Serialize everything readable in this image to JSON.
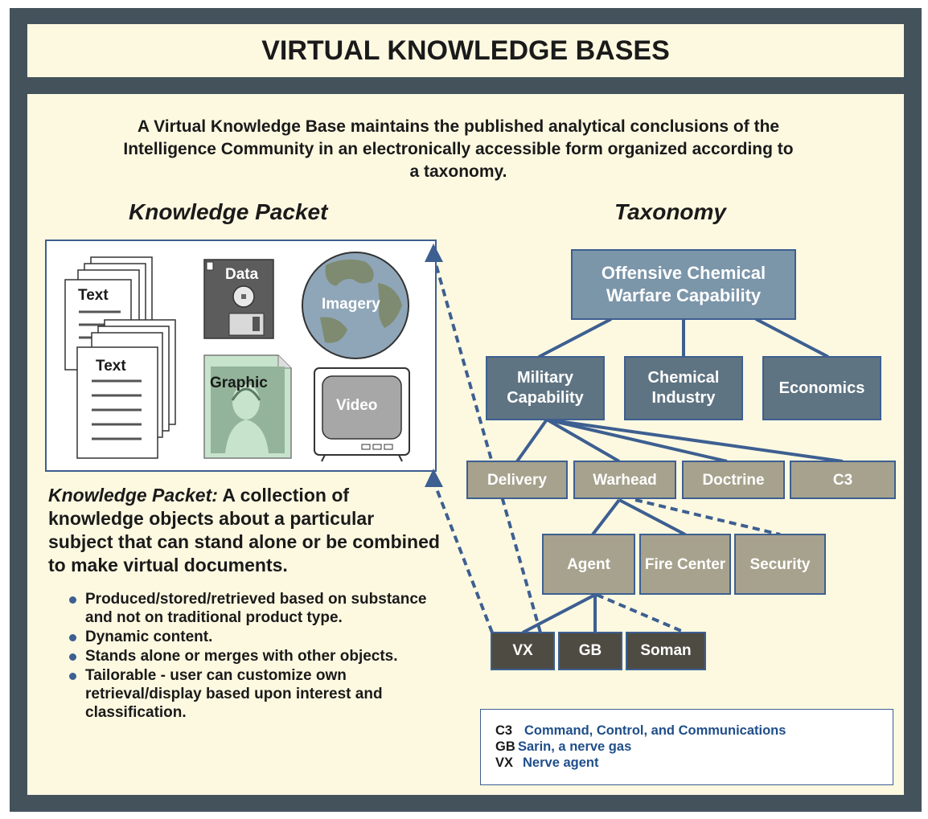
{
  "title": "VIRTUAL KNOWLEDGE BASES",
  "intro": "A Virtual Knowledge Base maintains the published analytical conclusions of the Intelligence Community in an electronically accessible form organized according to a taxonomy.",
  "knowledge_packet": {
    "heading": "Knowledge Packet",
    "icons": {
      "text_1": "Text",
      "text_2": "Text",
      "data": "Data",
      "imagery": "Imagery",
      "graphic": "Graphic",
      "video": "Video"
    },
    "description_lead": "Knowledge Packet:",
    "description": " A collection of knowledge objects about a particular subject that can stand alone or be combined to make virtual documents.",
    "bullets": [
      "Produced/stored/retrieved based on substance and not on traditional product type.",
      "Dynamic content.",
      "Stands alone or merges with other objects.",
      "Tailorable - user can customize own retrieval/display based upon interest and classification."
    ]
  },
  "taxonomy": {
    "heading": "Taxonomy",
    "root": "Offensive Chemical Warfare Capability",
    "level2": [
      "Military Capability",
      "Chemical Industry",
      "Economics"
    ],
    "level3": [
      "Delivery",
      "Warhead",
      "Doctrine",
      "C3"
    ],
    "level4": [
      "Agent",
      "Fire Center",
      "Security"
    ],
    "level5": [
      "VX",
      "GB",
      "Soman"
    ]
  },
  "legend": [
    {
      "abbr": "C3",
      "definition": "Command, Control, and Communications"
    },
    {
      "abbr": "GB",
      "definition": "Sarin, a nerve gas"
    },
    {
      "abbr": "VX",
      "definition": "Nerve agent"
    }
  ],
  "colors": {
    "frame": "#44525c",
    "panel": "#fdf9e1",
    "connector": "#3d5f91",
    "root_node": "#7b95a9",
    "level2_node": "#5f7482",
    "level3_node": "#a6a28d",
    "leaf_node": "#4d4b42",
    "legend_definition": "#1f4e8a"
  }
}
